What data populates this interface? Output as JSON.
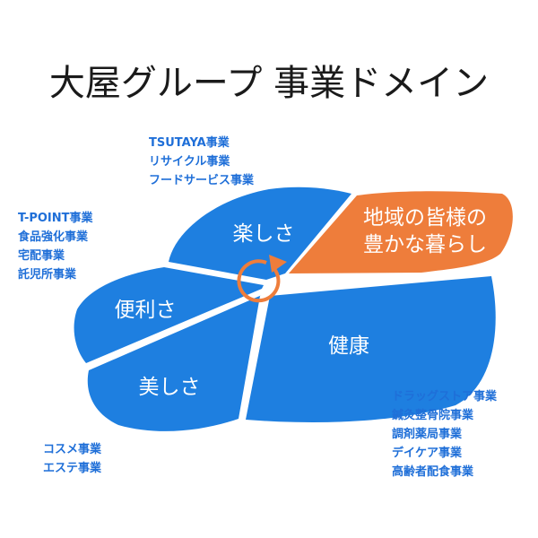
{
  "title": "大屋グループ 事業ドメイン",
  "colors": {
    "blue": "#1e7fe0",
    "orange": "#ee7d3b",
    "category_text": "#1f6fd8",
    "title": "#1a1a1a"
  },
  "segments": {
    "tanoshisa": {
      "label": "楽しさ"
    },
    "benrisa": {
      "label": "便利さ"
    },
    "utsukushisa": {
      "label": "美しさ"
    },
    "kenkou": {
      "label": "健康"
    },
    "goal": {
      "lines": [
        "地域の皆様の",
        "豊かな暮らし"
      ]
    }
  },
  "categories": {
    "tanoshisa": [
      "TSUTAYA事業",
      "リサイクル事業",
      "フードサービス事業"
    ],
    "benrisa": [
      "T-POINT事業",
      "食品強化事業",
      "宅配事業",
      "託児所事業"
    ],
    "utsukushisa": [
      "コスメ事業",
      "エステ事業"
    ],
    "kenkou": [
      "ドラッグストア事業",
      "鍼灸整骨院事業",
      "調剤薬局事業",
      "デイケア事業",
      "高齢者配食事業"
    ]
  }
}
